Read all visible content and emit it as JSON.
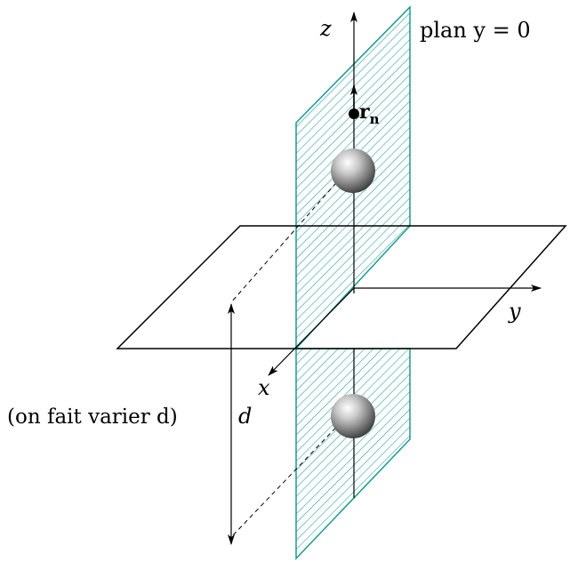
{
  "labels": {
    "z_axis": "z",
    "y_axis": "y",
    "x_axis": "x",
    "plane_caption": "plan y = 0",
    "rn_vector": "r",
    "rn_subscript": "n",
    "distance": "d",
    "vary_note": "(on fait varier d)"
  },
  "colors": {
    "plane_hatch": "#1a9a94",
    "line": "#000000",
    "sphere_light": "#ffffff",
    "sphere_dark": "#444444"
  },
  "icons": {
    "sphere": "sphere-icon",
    "point": "point-marker-icon"
  }
}
